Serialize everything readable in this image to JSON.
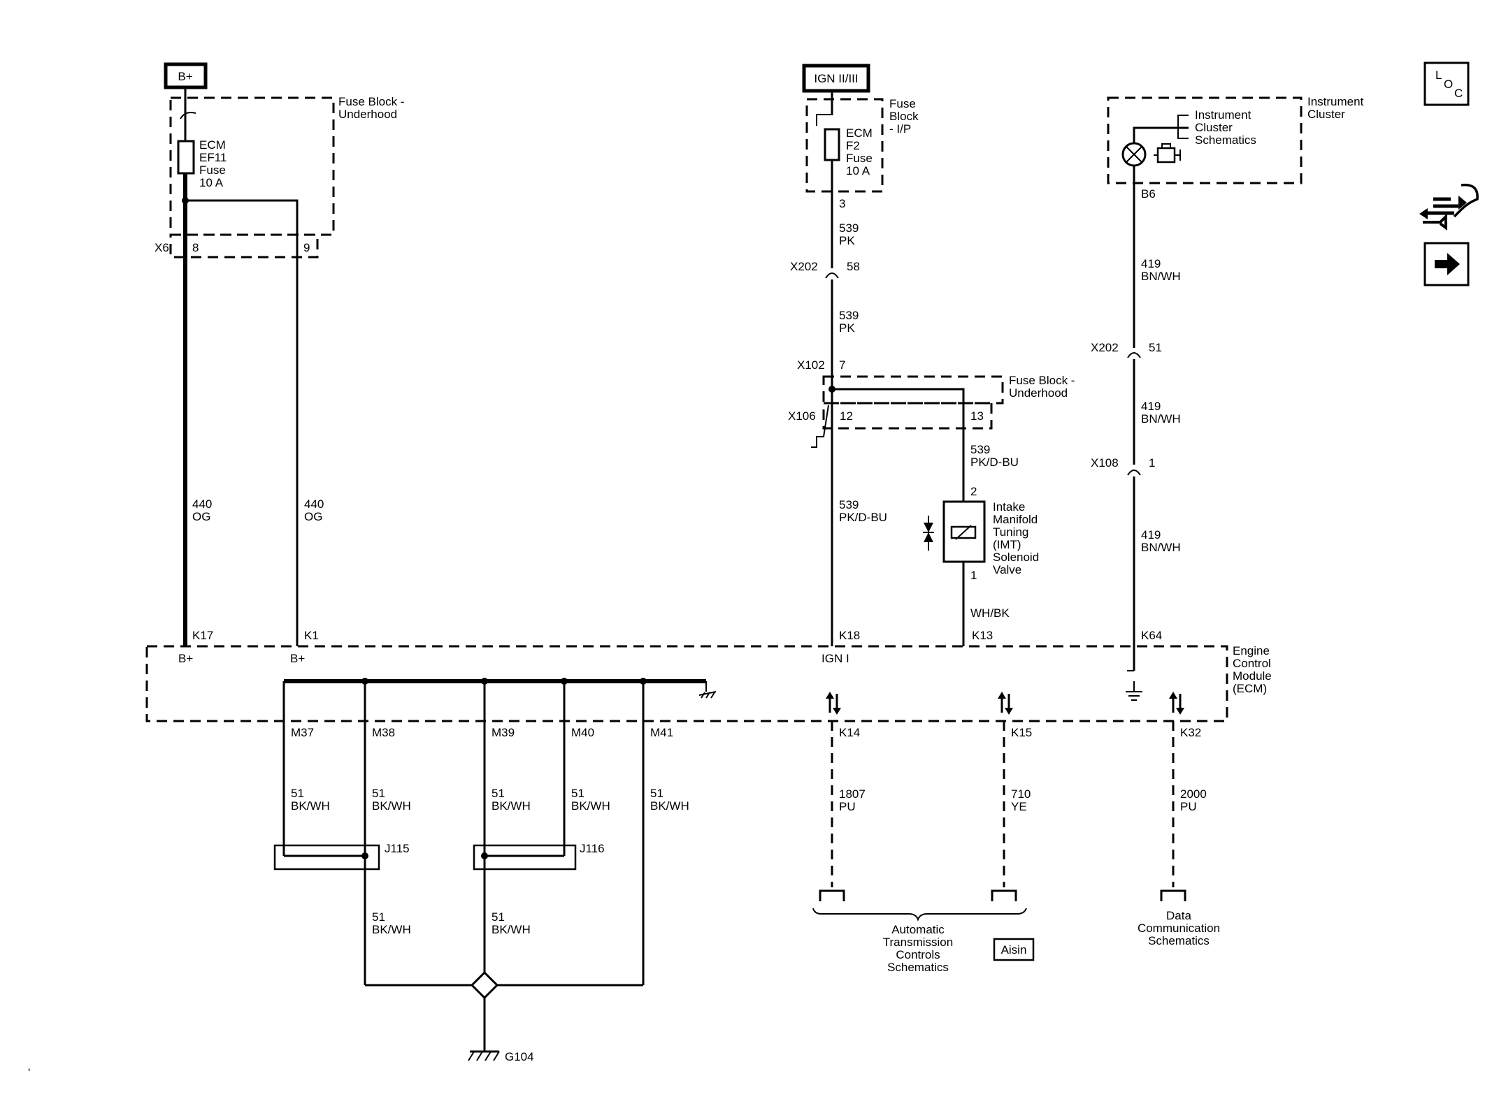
{
  "power": {
    "bplus": "B+",
    "ign": "IGN II/III"
  },
  "fuse_block_underhood": {
    "label1": "Fuse Block -",
    "label2": "Underhood",
    "fuse": [
      "ECM",
      "EF11",
      "Fuse",
      "10 A"
    ]
  },
  "fuse_block_ip": {
    "label": [
      "Fuse",
      "Block",
      "- I/P"
    ],
    "fuse": [
      "ECM",
      "F2",
      "Fuse",
      "10 A"
    ]
  },
  "fuse_block_underhood2": {
    "label1": "Fuse Block -",
    "label2": "Underhood"
  },
  "instrument_cluster": {
    "label": [
      "Instrument",
      "Cluster"
    ],
    "schematics": [
      "Instrument",
      "Cluster",
      "Schematics"
    ],
    "pin": "B6"
  },
  "connectors": {
    "x6": "X6",
    "x6_pin_a": "8",
    "x6_pin_b": "9",
    "ip_pin": "3",
    "x202a": "X202",
    "x202a_pin": "58",
    "x102": "X102",
    "x102_pin": "7",
    "x106": "X106",
    "x106_pin_a": "12",
    "x106_pin_b": "13",
    "x202b": "X202",
    "x202b_pin": "51",
    "x108": "X108",
    "x108_pin": "1"
  },
  "wires": {
    "w440_num": "440",
    "w440_color": "OG",
    "w539_num": "539",
    "w539_pk": "PK",
    "w539_pkdbu": "PK/D-BU",
    "w419_num": "419",
    "w419_color": "BN/WH",
    "whbk": "WH/BK",
    "w51_num": "51",
    "w51_color": "BK/WH",
    "w1807_num": "1807",
    "w1807_color": "PU",
    "w710_num": "710",
    "w710_color": "YE",
    "w2000_num": "2000",
    "w2000_color": "PU"
  },
  "solenoid": {
    "label": [
      "Intake",
      "Manifold",
      "Tuning",
      "(IMT)",
      "Solenoid",
      "Valve"
    ],
    "pin_top": "2",
    "pin_bottom": "1"
  },
  "ecm": {
    "label": [
      "Engine",
      "Control",
      "Module",
      "(ECM)"
    ],
    "pins_top": [
      "K17",
      "K1",
      "K18",
      "K13",
      "K64"
    ],
    "inner": [
      "B+",
      "B+",
      "IGN I"
    ],
    "pins_bottom": [
      "M37",
      "M38",
      "M39",
      "M40",
      "M41",
      "K14",
      "K15",
      "K32"
    ]
  },
  "splices": {
    "j115": "J115",
    "j116": "J116"
  },
  "ground": "G104",
  "refs": {
    "trans": [
      "Automatic",
      "Transmission",
      "Controls",
      "Schematics"
    ],
    "aisin": "Aisin",
    "data": [
      "Data",
      "Communication",
      "Schematics"
    ]
  },
  "loc_icon": {
    "l": "L",
    "o": "O",
    "c": "C"
  }
}
